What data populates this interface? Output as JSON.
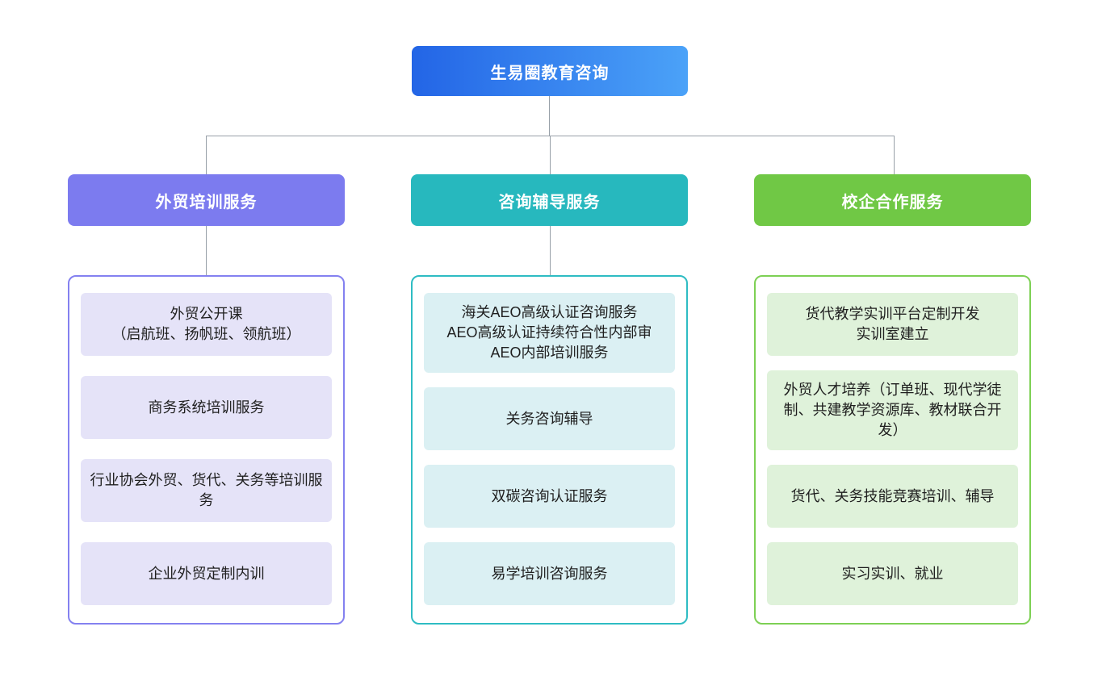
{
  "root": {
    "label": "生易圈教育咨询",
    "gradient_from": "#2365E6",
    "gradient_to": "#4BA2F8"
  },
  "connector_color": "#98A0A8",
  "branches": [
    {
      "id": "trade-training",
      "label": "外贸培训服务",
      "header_color": "#7C7BEF",
      "container_border_color": "#8481F0",
      "item_bg_color": "#E5E3F8",
      "items": [
        "外贸公开课\n（启航班、扬帆班、领航班）",
        "商务系统培训服务",
        "行业协会外贸、货代、关务等培训服务",
        "企业外贸定制内训"
      ]
    },
    {
      "id": "consulting-coaching",
      "label": "咨询辅导服务",
      "header_color": "#27B8BE",
      "container_border_color": "#2EBCC3",
      "item_bg_color": "#DBF0F3",
      "items": [
        "海关AEO高级认证咨询服务\nAEO高级认证持续符合性内部审\nAEO内部培训服务",
        "关务咨询辅导",
        "双碳咨询认证服务",
        "易学培训咨询服务"
      ]
    },
    {
      "id": "school-enterprise",
      "label": "校企合作服务",
      "header_color": "#70C845",
      "container_border_color": "#7DD054",
      "item_bg_color": "#DFF2DA",
      "items": [
        "货代教学实训平台定制开发\n实训室建立",
        "外贸人才培养（订单班、现代学徒制、共建教学资源库、教材联合开发）",
        "货代、关务技能竞赛培训、辅导",
        "实习实训、就业"
      ]
    }
  ]
}
